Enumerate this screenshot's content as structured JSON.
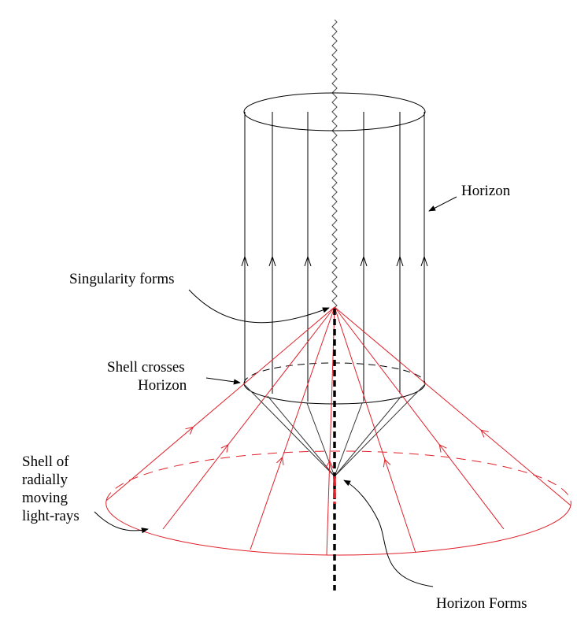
{
  "labels": {
    "horizon": "Horizon",
    "singularity": "Singularity forms",
    "shell_crosses_1": "Shell crosses",
    "shell_crosses_2": "Horizon",
    "shell_1": "Shell of",
    "shell_2": "radially",
    "shell_3": "moving",
    "shell_4": "light-rays",
    "horizon_forms": "Horizon Forms"
  },
  "colors": {
    "ray": "#e0202a",
    "line": "#000000"
  }
}
